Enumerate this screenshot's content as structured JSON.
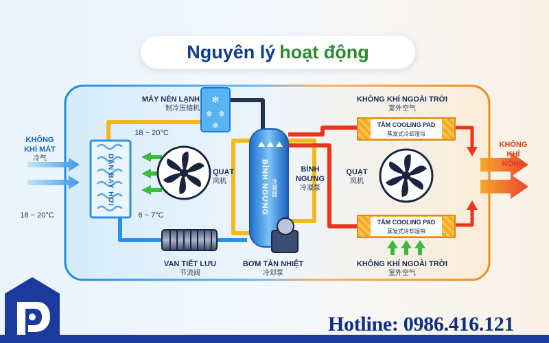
{
  "title": {
    "part1": "Nguyên lý ",
    "part2": "hoạt động"
  },
  "labels": {
    "khong_khi_mat": {
      "line1": "KHÔNG",
      "line2": "KHÍ MÁT",
      "sub": "冷气"
    },
    "temp_in": "18 ~ 20°C",
    "temp_top": "18 ~ 20°C",
    "temp_bottom": "6 ~ 7°C",
    "dan_bay_hoi": "DÀN BAY HƠI",
    "may_nen": {
      "line1": "MÁY NÉN LẠNH",
      "sub": "制冷压缩机"
    },
    "quat_left": {
      "line1": "QUẠT",
      "sub": "风机"
    },
    "binh_ngung_tank": {
      "line1": "BÌNH NGƯNG",
      "sub": "冷凝器"
    },
    "binh_ngung_side": {
      "line1": "BÌNH",
      "line2": "NGƯNG",
      "sub": "冷凝泵"
    },
    "quat_right": {
      "line1": "QUẠT",
      "sub": "风机"
    },
    "khong_khi_ngoai_top": {
      "line1": "KHÔNG KHÍ NGOÀI TRỜI",
      "sub": "室外空气"
    },
    "khong_khi_ngoai_bottom": {
      "line1": "KHÔNG KHÍ NGOÀI TRỜI",
      "sub": "室外空气"
    },
    "pad_top": {
      "line1": "TẤM COOLING PAD",
      "sub": "蒸发式冷却湿帘"
    },
    "pad_bottom": {
      "line1": "TẤM COOLING PAD",
      "sub": "蒸发式冷却湿帘"
    },
    "khong_khi_nong": {
      "line1": "KHÔNG",
      "line2": "KHÍ",
      "line3": "NÓNG"
    },
    "van_tiet_luu": {
      "line1": "VAN TIẾT LƯU",
      "sub": "节流阀"
    },
    "bom_tan_nhiet": {
      "line1": "BƠM TẢN NHIỆT",
      "sub": "冷却泵"
    }
  },
  "hotline": "Hotline: 0986.416.121",
  "colors": {
    "cold_pipe": "#2d8fe6",
    "hot_pipe": "#e8361c",
    "warm_pipe": "#f5b81c",
    "dark_pipe": "#243450",
    "brand": "#1a3b9c",
    "green_arrow": "#3dbb3a"
  },
  "icons": [
    "snowflake-icon",
    "fan-icon",
    "arrow-icon",
    "logo-icon"
  ]
}
